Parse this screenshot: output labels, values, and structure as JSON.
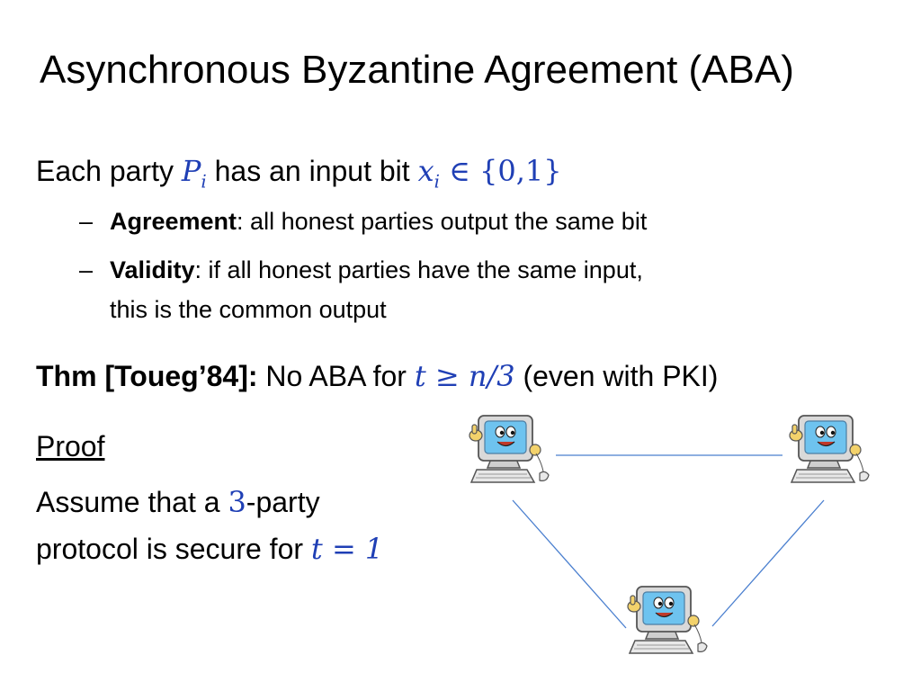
{
  "title": "Asynchronous Byzantine Agreement (ABA)",
  "intro": {
    "t1": "Each party ",
    "party_var": "P",
    "party_sub": "i",
    "t2": " has an input bit ",
    "input_var": "x",
    "input_sub": "i",
    "set": " ∈ {0,1}"
  },
  "properties": [
    {
      "name": "Agreement",
      "text": ": all honest parties output the same bit"
    },
    {
      "name": "Validity",
      "text": ": if all honest parties have the same input,",
      "cont": "this is the common output"
    }
  ],
  "theorem": {
    "label": "Thm [Toueg’84]:",
    "t1": " No ABA for ",
    "math": "t ≥ n/3",
    "t2": " (even with PKI)"
  },
  "proof": {
    "heading": "Proof",
    "t1": "Assume that a ",
    "num": "3",
    "t2": "-party",
    "t3": "protocol is secure for ",
    "math": "t = 1"
  },
  "diagram": {
    "line_color": "#4a7fcf",
    "node_icon": "smiling-computer-icon"
  }
}
